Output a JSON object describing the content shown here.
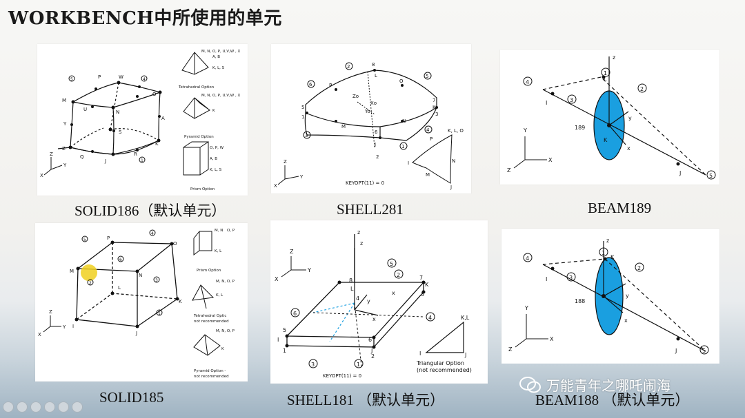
{
  "slide": {
    "title": "WORKBENCH中所使用的单元",
    "watermark": "万能青年之哪吒闹海"
  },
  "panels": [
    {
      "id": "solid186",
      "caption": "SOLID186（默认单元）",
      "options": [
        "Tetrahedral Option",
        "Pyramid Option",
        "Prism Option"
      ]
    },
    {
      "id": "shell281",
      "caption": "SHELL281",
      "note": "KEYOPT(11) = 0"
    },
    {
      "id": "beam189",
      "caption": "BEAM189",
      "label": "189"
    },
    {
      "id": "solid185",
      "caption": "SOLID185",
      "options": [
        "Prism Option",
        "Tetrahedral Optic",
        "not recommended",
        "Pyramid Option -",
        "not recommended"
      ]
    },
    {
      "id": "shell181",
      "caption": "SHELL181 （默认单元）",
      "note": "KEYOPT(11) = 0",
      "tri_option": "Triangular Option",
      "tri_note": "(not recommended)"
    },
    {
      "id": "beam188",
      "caption": "BEAM188 （默认单元）",
      "label": "188"
    }
  ],
  "icons": [
    "wechat-icon"
  ]
}
